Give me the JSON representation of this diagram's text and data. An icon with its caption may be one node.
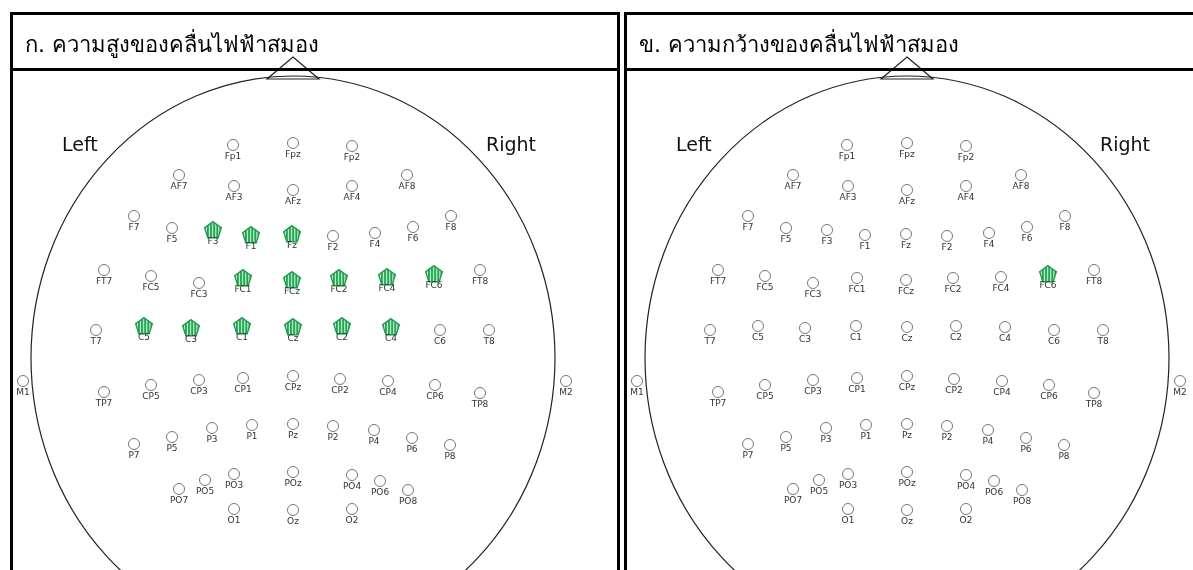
{
  "diagram": {
    "nodes": [
      {
        "text": [
          "ก. ความสูงของคลื่นไฟฟ้าสมอง"
        ]
      },
      {
        "text": [
          "Left",
          "Right"
        ],
        "in": 0
      },
      {
        "text": [],
        "shape": "circle",
        "beside": [
          "Fp1"
        ],
        "in": 1
      },
      {
        "text": [],
        "shape": "circle",
        "beside": [
          "Fpz"
        ],
        "in": 1
      },
      {
        "text": [],
        "shape": "circle",
        "beside": [
          "Fp2"
        ],
        "in": 1
      },
      {
        "text": [],
        "shape": "circle",
        "beside": [
          "AF7"
        ],
        "in": 1
      },
      {
        "text": [],
        "shape": "circle",
        "beside": [
          "AF3"
        ],
        "in": 1
      },
      {
        "text": [],
        "shape": "circle",
        "beside": [
          "AFz"
        ],
        "in": 1
      },
      {
        "text": [],
        "shape": "circle",
        "beside": [
          "AF4"
        ],
        "in": 1
      },
      {
        "text": [],
        "shape": "circle",
        "beside": [
          "AF8"
        ],
        "in": 1
      },
      {
        "text": [],
        "shape": "circle",
        "beside": [
          "F7"
        ],
        "in": 1
      },
      {
        "text": [],
        "shape": "circle",
        "beside": [
          "F5"
        ],
        "in": 1
      },
      {
        "text": [],
        "shape": "pentagon",
        "beside": [
          "F3"
        ],
        "in": 1
      },
      {
        "text": [],
        "shape": "pentagon",
        "beside": [
          "F1"
        ],
        "in": 1
      },
      {
        "text": [],
        "shape": "pentagon",
        "beside": [
          "Fz"
        ],
        "in": 1
      },
      {
        "text": [],
        "shape": "circle",
        "beside": [
          "F2"
        ],
        "in": 1
      },
      {
        "text": [],
        "shape": "circle",
        "beside": [
          "F4"
        ],
        "in": 1
      },
      {
        "text": [],
        "shape": "circle",
        "beside": [
          "F6"
        ],
        "in": 1
      },
      {
        "text": [],
        "shape": "circle",
        "beside": [
          "F8"
        ],
        "in": 1
      },
      {
        "text": [],
        "shape": "circle",
        "beside": [
          "FT7"
        ],
        "in": 1
      },
      {
        "text": [],
        "shape": "circle",
        "beside": [
          "FC5"
        ],
        "in": 1
      },
      {
        "text": [],
        "shape": "circle",
        "beside": [
          "FC3"
        ],
        "in": 1
      },
      {
        "text": [],
        "shape": "pentagon",
        "beside": [
          "FC1"
        ],
        "in": 1
      },
      {
        "text": [],
        "shape": "pentagon",
        "beside": [
          "FCz"
        ],
        "in": 1
      },
      {
        "text": [],
        "shape": "pentagon",
        "beside": [
          "FC2"
        ],
        "in": 1
      },
      {
        "text": [],
        "shape": "pentagon",
        "beside": [
          "FC4"
        ],
        "in": 1
      },
      {
        "text": [],
        "shape": "pentagon",
        "beside": [
          "FC6"
        ],
        "in": 1
      },
      {
        "text": [],
        "shape": "circle",
        "beside": [
          "FT8"
        ],
        "in": 1
      },
      {
        "text": [],
        "shape": "circle",
        "beside": [
          "T7"
        ],
        "in": 1
      },
      {
        "text": [],
        "shape": "pentagon",
        "beside": [
          "C5"
        ],
        "in": 1
      },
      {
        "text": [],
        "shape": "pentagon",
        "beside": [
          "C3"
        ],
        "in": 1
      },
      {
        "text": [],
        "shape": "pentagon",
        "beside": [
          "C1"
        ],
        "in": 1
      },
      {
        "text": [],
        "shape": "pentagon",
        "beside": [
          "Cz"
        ],
        "in": 1
      },
      {
        "text": [],
        "shape": "pentagon",
        "beside": [
          "C2"
        ],
        "in": 1
      },
      {
        "text": [],
        "shape": "pentagon",
        "beside": [
          "C4"
        ],
        "in": 1
      },
      {
        "text": [],
        "shape": "circle",
        "beside": [
          "C6"
        ],
        "in": 1
      },
      {
        "text": [],
        "shape": "circle",
        "beside": [
          "T8"
        ],
        "in": 1
      },
      {
        "text": [],
        "shape": "circle",
        "beside": [
          "M1"
        ],
        "in": 0
      },
      {
        "text": [],
        "shape": "circle",
        "beside": [
          "M2"
        ],
        "in": 0
      },
      {
        "text": [],
        "shape": "circle",
        "beside": [
          "TP7"
        ],
        "in": 1
      },
      {
        "text": [],
        "shape": "circle",
        "beside": [
          "CP5"
        ],
        "in": 1
      },
      {
        "text": [],
        "shape": "circle",
        "beside": [
          "CP3"
        ],
        "in": 1
      },
      {
        "text": [],
        "shape": "circle",
        "beside": [
          "CP1"
        ],
        "in": 1
      },
      {
        "text": [],
        "shape": "circle",
        "beside": [
          "CPz"
        ],
        "in": 1
      },
      {
        "text": [],
        "shape": "circle",
        "beside": [
          "CP2"
        ],
        "in": 1
      },
      {
        "text": [],
        "shape": "circle",
        "beside": [
          "CP4"
        ],
        "in": 1
      },
      {
        "text": [],
        "shape": "circle",
        "beside": [
          "CP6"
        ],
        "in": 1
      },
      {
        "text": [],
        "shape": "circle",
        "beside": [
          "TP8"
        ],
        "in": 1
      },
      {
        "text": [],
        "shape": "circle",
        "beside": [
          "P7"
        ],
        "in": 1
      },
      {
        "text": [],
        "shape": "circle",
        "beside": [
          "P5"
        ],
        "in": 1
      },
      {
        "text": [],
        "shape": "circle",
        "beside": [
          "P3"
        ],
        "in": 1
      },
      {
        "text": [],
        "shape": "circle",
        "beside": [
          "P1"
        ],
        "in": 1
      },
      {
        "text": [],
        "shape": "circle",
        "beside": [
          "Pz"
        ],
        "in": 1
      },
      {
        "text": [],
        "shape": "circle",
        "beside": [
          "P2"
        ],
        "in": 1
      },
      {
        "text": [],
        "shape": "circle",
        "beside": [
          "P4"
        ],
        "in": 1
      },
      {
        "text": [],
        "shape": "circle",
        "beside": [
          "P6"
        ],
        "in": 1
      },
      {
        "text": [],
        "shape": "circle",
        "beside": [
          "P8"
        ],
        "in": 1
      },
      {
        "text": [],
        "shape": "circle",
        "beside": [
          "PO7"
        ],
        "in": 1
      },
      {
        "text": [],
        "shape": "circle",
        "beside": [
          "PO5"
        ],
        "in": 1
      },
      {
        "text": [],
        "shape": "circle",
        "beside": [
          "PO3"
        ],
        "in": 1
      },
      {
        "text": [],
        "shape": "circle",
        "beside": [
          "POz"
        ],
        "in": 1
      },
      {
        "text": [],
        "shape": "circle",
        "beside": [
          "PO4"
        ],
        "in": 1
      },
      {
        "text": [],
        "shape": "circle",
        "beside": [
          "PO6"
        ],
        "in": 1
      },
      {
        "text": [],
        "shape": "circle",
        "beside": [
          "PO8"
        ],
        "in": 1
      },
      {
        "text": [],
        "shape": "circle",
        "beside": [
          "O1"
        ],
        "in": 1
      },
      {
        "text": [],
        "shape": "circle",
        "beside": [
          "Oz"
        ],
        "in": 1
      },
      {
        "text": [],
        "shape": "circle",
        "beside": [
          "O2"
        ],
        "in": 1
      },
      {
        "text": [
          "ข. ความกว้างของคลื่นไฟฟ้าสมอง"
        ]
      },
      {
        "text": [
          "Left",
          "Right"
        ],
        "in": 67
      },
      {
        "text": [],
        "shape": "circle",
        "beside": [
          "Fp1"
        ],
        "in": 68
      },
      {
        "text": [],
        "shape": "circle",
        "beside": [
          "Fpz"
        ],
        "in": 68
      },
      {
        "text": [],
        "shape": "circle",
        "beside": [
          "Fp2"
        ],
        "in": 68
      },
      {
        "text": [],
        "shape": "circle",
        "beside": [
          "AF7"
        ],
        "in": 68
      },
      {
        "text": [],
        "shape": "circle",
        "beside": [
          "AF3"
        ],
        "in": 68
      },
      {
        "text": [],
        "shape": "circle",
        "beside": [
          "AFz"
        ],
        "in": 68
      },
      {
        "text": [],
        "shape": "circle",
        "beside": [
          "AF4"
        ],
        "in": 68
      },
      {
        "text": [],
        "shape": "circle",
        "beside": [
          "AF8"
        ],
        "in": 68
      },
      {
        "text": [],
        "shape": "circle",
        "beside": [
          "F7"
        ],
        "in": 68
      },
      {
        "text": [],
        "shape": "circle",
        "beside": [
          "F5"
        ],
        "in": 68
      },
      {
        "text": [],
        "shape": "circle",
        "beside": [
          "F3"
        ],
        "in": 68
      },
      {
        "text": [],
        "shape": "circle",
        "beside": [
          "F1"
        ],
        "in": 68
      },
      {
        "text": [],
        "shape": "circle",
        "beside": [
          "Fz"
        ],
        "in": 68
      },
      {
        "text": [],
        "shape": "circle",
        "beside": [
          "F2"
        ],
        "in": 68
      },
      {
        "text": [],
        "shape": "circle",
        "beside": [
          "F4"
        ],
        "in": 68
      },
      {
        "text": [],
        "shape": "circle",
        "beside": [
          "F6"
        ],
        "in": 68
      },
      {
        "text": [],
        "shape": "circle",
        "beside": [
          "F8"
        ],
        "in": 68
      },
      {
        "text": [],
        "shape": "circle",
        "beside": [
          "FT7"
        ],
        "in": 68
      },
      {
        "text": [],
        "shape": "circle",
        "beside": [
          "FC5"
        ],
        "in": 68
      },
      {
        "text": [],
        "shape": "circle",
        "beside": [
          "FC3"
        ],
        "in": 68
      },
      {
        "text": [],
        "shape": "circle",
        "beside": [
          "FC1"
        ],
        "in": 68
      },
      {
        "text": [],
        "shape": "circle",
        "beside": [
          "FCz"
        ],
        "in": 68
      },
      {
        "text": [],
        "shape": "circle",
        "beside": [
          "FC2"
        ],
        "in": 68
      },
      {
        "text": [],
        "shape": "circle",
        "beside": [
          "FC4"
        ],
        "in": 68
      },
      {
        "text": [],
        "shape": "pentagon",
        "beside": [
          "FC6"
        ],
        "in": 68
      },
      {
        "text": [],
        "shape": "circle",
        "beside": [
          "FT8"
        ],
        "in": 68
      },
      {
        "text": [],
        "shape": "circle",
        "beside": [
          "T7"
        ],
        "in": 68
      },
      {
        "text": [],
        "shape": "circle",
        "beside": [
          "C5"
        ],
        "in": 68
      },
      {
        "text": [],
        "shape": "circle",
        "beside": [
          "C3"
        ],
        "in": 68
      },
      {
        "text": [],
        "shape": "circle",
        "beside": [
          "C1"
        ],
        "in": 68
      },
      {
        "text": [],
        "shape": "circle",
        "beside": [
          "Cz"
        ],
        "in": 68
      },
      {
        "text": [],
        "shape": "circle",
        "beside": [
          "C2"
        ],
        "in": 68
      },
      {
        "text": [],
        "shape": "circle",
        "beside": [
          "C4"
        ],
        "in": 68
      },
      {
        "text": [],
        "shape": "circle",
        "beside": [
          "C6"
        ],
        "in": 68
      },
      {
        "text": [],
        "shape": "circle",
        "beside": [
          "T8"
        ],
        "in": 68
      },
      {
        "text": [],
        "shape": "circle",
        "beside": [
          "M1"
        ],
        "in": 67
      },
      {
        "text": [],
        "shape": "circle",
        "beside": [
          "M2"
        ],
        "in": 67
      },
      {
        "text": [],
        "shape": "circle",
        "beside": [
          "TP7"
        ],
        "in": 68
      },
      {
        "text": [],
        "shape": "circle",
        "beside": [
          "CP5"
        ],
        "in": 68
      },
      {
        "text": [],
        "shape": "circle",
        "beside": [
          "CP3"
        ],
        "in": 68
      },
      {
        "text": [],
        "shape": "circle",
        "beside": [
          "CP1"
        ],
        "in": 68
      },
      {
        "text": [],
        "shape": "circle",
        "beside": [
          "CPz"
        ],
        "in": 68
      },
      {
        "text": [],
        "shape": "circle",
        "beside": [
          "CP2"
        ],
        "in": 68
      },
      {
        "text": [],
        "shape": "circle",
        "beside": [
          "CP4"
        ],
        "in": 68
      },
      {
        "text": [],
        "shape": "circle",
        "beside": [
          "CP6"
        ],
        "in": 68
      },
      {
        "text": [],
        "shape": "circle",
        "beside": [
          "TP8"
        ],
        "in": 68
      },
      {
        "text": [],
        "shape": "circle",
        "beside": [
          "P7"
        ],
        "in": 68
      },
      {
        "text": [],
        "shape": "circle",
        "beside": [
          "P5"
        ],
        "in": 68
      },
      {
        "text": [],
        "shape": "circle",
        "beside": [
          "P3"
        ],
        "in": 68
      },
      {
        "text": [],
        "shape": "circle",
        "beside": [
          "P1"
        ],
        "in": 68
      },
      {
        "text": [],
        "shape": "circle",
        "beside": [
          "Pz"
        ],
        "in": 68
      },
      {
        "text": [],
        "shape": "circle",
        "beside": [
          "P2"
        ],
        "in": 68
      },
      {
        "text": [],
        "shape": "circle",
        "beside": [
          "P4"
        ],
        "in": 68
      },
      {
        "text": [],
        "shape": "circle",
        "beside": [
          "P6"
        ],
        "in": 68
      },
      {
        "text": [],
        "shape": "circle",
        "beside": [
          "P8"
        ],
        "in": 68
      },
      {
        "text": [],
        "shape": "circle",
        "beside": [
          "PO7"
        ],
        "in": 68
      },
      {
        "text": [],
        "shape": "circle",
        "beside": [
          "PO5"
        ],
        "in": 68
      },
      {
        "text": [],
        "shape": "circle",
        "beside": [
          "PO3"
        ],
        "in": 68
      },
      {
        "text": [],
        "shape": "circle",
        "beside": [
          "POz"
        ],
        "in": 68
      },
      {
        "text": [],
        "shape": "circle",
        "beside": [
          "PO4"
        ],
        "in": 68
      },
      {
        "text": [],
        "shape": "circle",
        "beside": [
          "PO6"
        ],
        "in": 68
      },
      {
        "text": [],
        "shape": "circle",
        "beside": [
          "PO8"
        ],
        "in": 68
      },
      {
        "text": [],
        "shape": "circle",
        "beside": [
          "O1"
        ],
        "in": 68
      },
      {
        "text": [],
        "shape": "circle",
        "beside": [
          "Oz"
        ],
        "in": 68
      },
      {
        "text": [],
        "shape": "circle",
        "beside": [
          "O2"
        ],
        "in": 68
      }
    ]
  }
}
